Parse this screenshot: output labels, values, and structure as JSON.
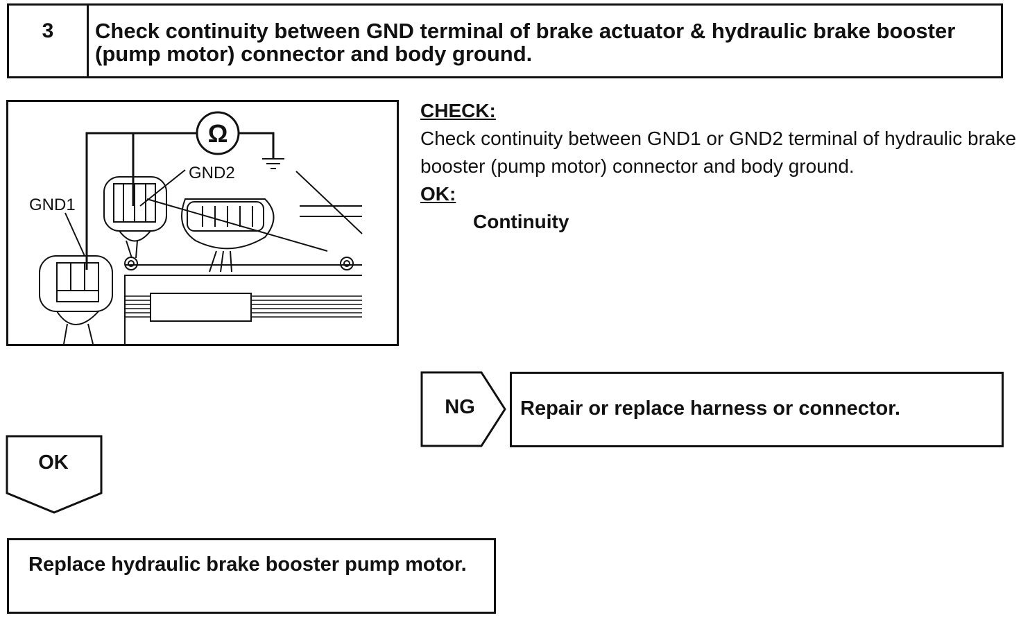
{
  "step": {
    "number": "3",
    "title": "Check continuity between GND terminal of brake actuator & hydraulic brake booster (pump motor) connector and body ground."
  },
  "figure": {
    "meter_symbol": "Ω",
    "label_gnd1": "GND1",
    "label_gnd2": "GND2"
  },
  "check": {
    "heading": "CHECK:",
    "text": "Check continuity between GND1 or GND2 terminal of hydraulic brake booster (pump motor) connector and body ground.",
    "ok_heading": "OK:",
    "ok_value": "Continuity"
  },
  "ng_branch": {
    "label": "NG",
    "action": "Repair or replace harness or connector."
  },
  "ok_branch": {
    "label": "OK",
    "action": "Replace hydraulic brake booster pump motor."
  }
}
